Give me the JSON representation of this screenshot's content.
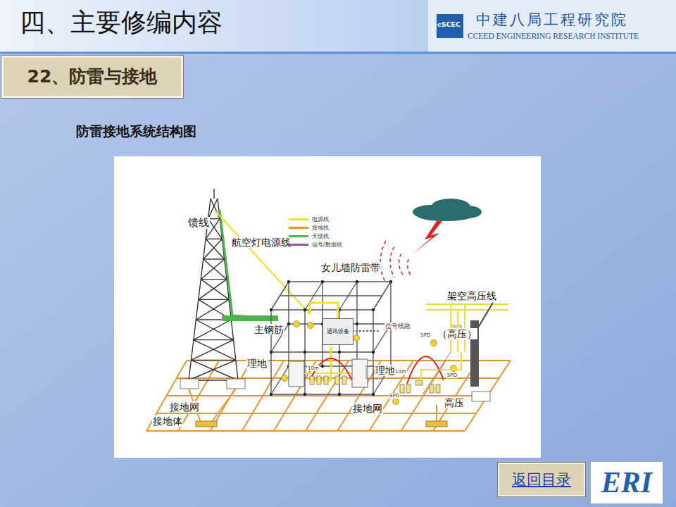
{
  "diagram": {
    "title": "四、主要修编内容",
    "caption": "防雷接地系统结构图",
    "nodes": [
      {
        "text": [
          "22、防雷与接地"
        ]
      },
      {
        "text": [
          "通讯设备"
        ]
      },
      {
        "text": [
          "返回目录"
        ]
      },
      {
        "text": [
          "ERI"
        ]
      }
    ],
    "labels": [
      "中建八局工程研究院",
      "CCEED ENGINEERING RESEARCH INSTITUTE",
      "cSCEC",
      "馈线",
      "航空灯电源线",
      "女儿墙防雷带",
      "主钢筋",
      "信号线路",
      "架空高压线",
      "（高压）",
      "SPD",
      "SPD",
      "SPD",
      "理地",
      "10m",
      "理地",
      "10m",
      "接地网",
      "接地网",
      "接地体",
      "高压"
    ],
    "legend": [
      {
        "text": "电源线",
        "color": "#f2df2e"
      },
      {
        "text": "接地线",
        "color": "#e8962e"
      },
      {
        "text": "天馈线",
        "color": "#4fb34f"
      },
      {
        "text": "信号/数据线",
        "color": "#9b4fb0"
      }
    ]
  }
}
